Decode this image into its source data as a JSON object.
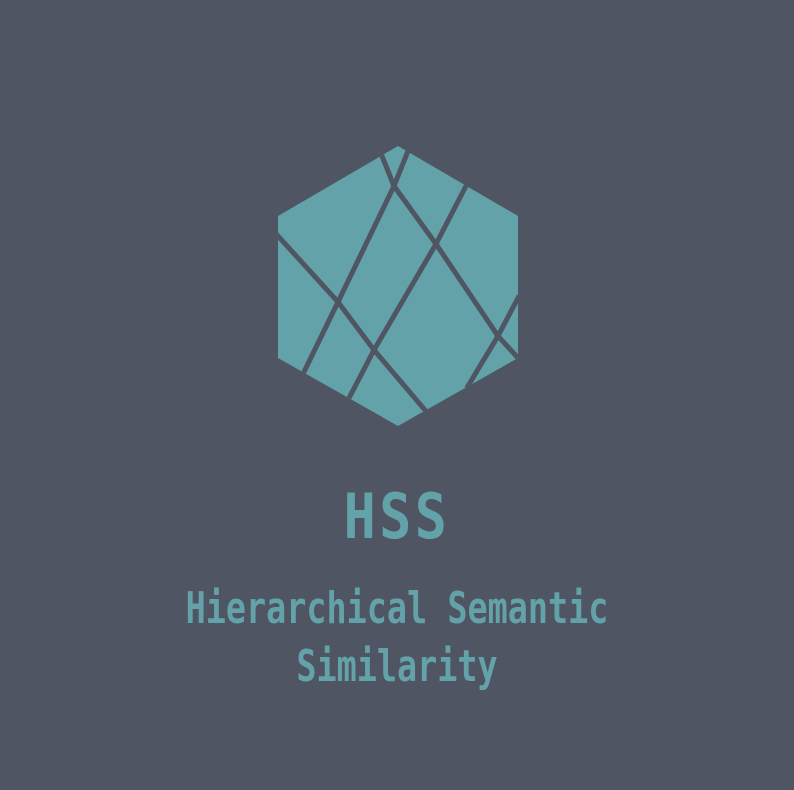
{
  "brand": {
    "logo_alt": "HSS logo",
    "title": "HSS",
    "subtitle": "Hierarchical Semantic Similarity",
    "icon_name": "faceted-hexagon-icon"
  },
  "colors": {
    "background": "#4f5562",
    "accent": "#63a2a8"
  }
}
